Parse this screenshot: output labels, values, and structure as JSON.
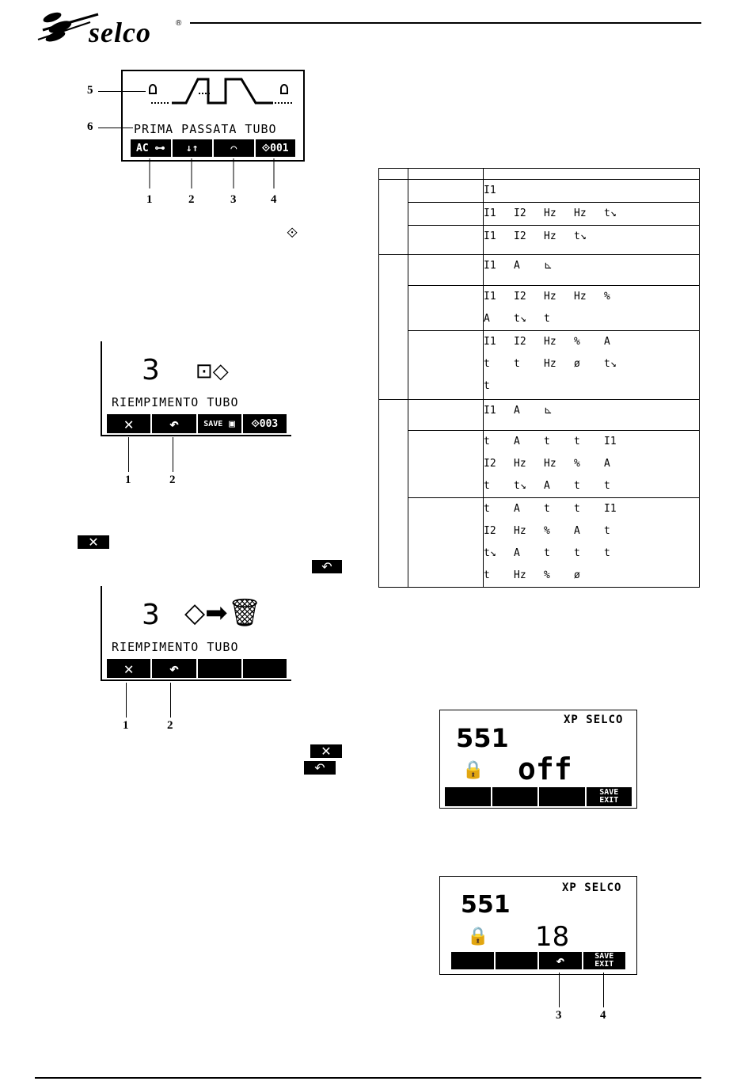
{
  "header": {
    "brand": "selco",
    "registered_mark": "®"
  },
  "display1": {
    "program_name": "PRIMA PASSATA TUBO",
    "softkeys": [
      "AC",
      "↓↑",
      "",
      "001"
    ],
    "callouts": [
      "5",
      "6",
      "1",
      "2",
      "3",
      "4"
    ]
  },
  "display2": {
    "number": "3",
    "program_name": "RIEMPIMENTO TUBO",
    "softkeys": [
      "",
      "",
      "SAVE",
      "003"
    ],
    "callouts": [
      "1",
      "2"
    ]
  },
  "display3": {
    "number": "3",
    "program_name": "RIEMPIMENTO TUBO",
    "callouts": [
      "1",
      "2"
    ]
  },
  "display4": {
    "brand_line": "XP SELCO",
    "param": "551",
    "value": "off",
    "softkey_save": "SAVE",
    "softkey_exit": "EXIT"
  },
  "display5": {
    "brand_line": "XP SELCO",
    "param": "551",
    "value": "18",
    "softkey_save": "SAVE",
    "softkey_exit": "EXIT",
    "callouts": [
      "3",
      "4"
    ]
  },
  "table": {
    "sections": [
      {
        "rows": [
          {
            "icons": [
              "I1"
            ]
          },
          {
            "icons": [
              "I1",
              "I2",
              "Hz",
              "Hz",
              "t↘"
            ]
          },
          {
            "icons": [
              "I1",
              "I2",
              "Hz",
              "t↘"
            ]
          }
        ]
      },
      {
        "rows": [
          {
            "icons": [
              "I1",
              "A",
              "⊾"
            ]
          },
          {
            "icons": [
              "I1",
              "I2",
              "Hz",
              "Hz",
              "%",
              "A",
              "t↘",
              "t"
            ]
          },
          {
            "icons": [
              "I1",
              "I2",
              "Hz",
              "%",
              "A",
              "t",
              "t",
              "Hz",
              "ø",
              "t↘",
              "t"
            ]
          }
        ]
      },
      {
        "rows": [
          {
            "icons": [
              "I1",
              "A",
              "⊾"
            ]
          },
          {
            "icons": [
              "t",
              "A",
              "t",
              "t",
              "I1",
              "I2",
              "Hz",
              "Hz",
              "%",
              "A",
              "t",
              "t↘",
              "A",
              "t",
              "t"
            ]
          },
          {
            "icons": [
              "t",
              "A",
              "t",
              "t",
              "I1",
              "I2",
              "Hz",
              "%",
              "A",
              "t",
              "t↘",
              "A",
              "t",
              "t",
              "t",
              "t",
              "Hz",
              "%",
              "ø"
            ]
          }
        ]
      }
    ]
  }
}
